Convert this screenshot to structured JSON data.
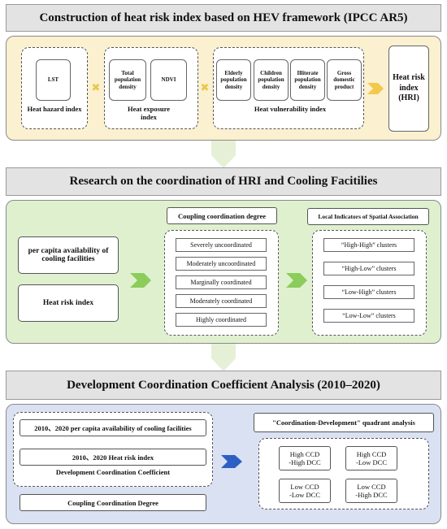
{
  "s1": {
    "title": "Construction of heat risk index based on HEV framework (IPCC AR5)",
    "hazard": {
      "items": [
        "LST"
      ],
      "label": "Heat hazard index"
    },
    "exposure": {
      "items": [
        "Total population density",
        "NDVI"
      ],
      "label": "Heat exposure index"
    },
    "vulnerability": {
      "items": [
        "Elderly population density",
        "Children population density",
        "Illiterate population density",
        "Gross domestic product"
      ],
      "label": "Heat vulnerability index"
    },
    "hri": "Heat risk index (HRI)",
    "operator": "✖"
  },
  "s2": {
    "title": "Research on the coordination of HRI and Cooling Facitilies",
    "input_a": "per capita availability of cooling facilities",
    "input_b": "Heat risk index",
    "ccd_header": "Coupling coordination degree",
    "ccd_levels": [
      "Severely uncoordinated",
      "Moderately uncoordinated",
      "Marginally coordinated",
      "Moderately coordinated",
      "Highly coordinated"
    ],
    "lisa_header": "Local Indicators of Spatial Association",
    "lisa_clusters": [
      "“High-High” clusters",
      "“High-Low” clusters",
      "“Low-High” clusters",
      "“Low-Low” clusters"
    ]
  },
  "s3": {
    "title": "Development Coordination Coefficient Analysis (2010–2020)",
    "input_a": "2010、2020 per capita availability of cooling facilities",
    "input_b": "2010、2020 Heat risk index",
    "dcc_label": "Development Coordination Coefficient",
    "ccd_box": "Coupling Coordination Degree",
    "quadrant_header": "\"Coordination-Development\" quadrant analysis",
    "quadrants": [
      {
        "line1": "High CCD",
        "line2": "-High DCC"
      },
      {
        "line1": "High CCD",
        "line2": "-Low DCC"
      },
      {
        "line1": "Low CCD",
        "line2": "-Low DCC"
      },
      {
        "line1": "Low CCD",
        "line2": "-High DCC"
      }
    ]
  },
  "colors": {
    "panel1": "#fbf0cf",
    "panel2": "#dff0cf",
    "panel3": "#d9e1f2",
    "arrow_yellow": "#f2c94c",
    "arrow_green": "#8ccc5a",
    "arrow_blue": "#2f5fc4",
    "connector": "#e6f0d6"
  }
}
